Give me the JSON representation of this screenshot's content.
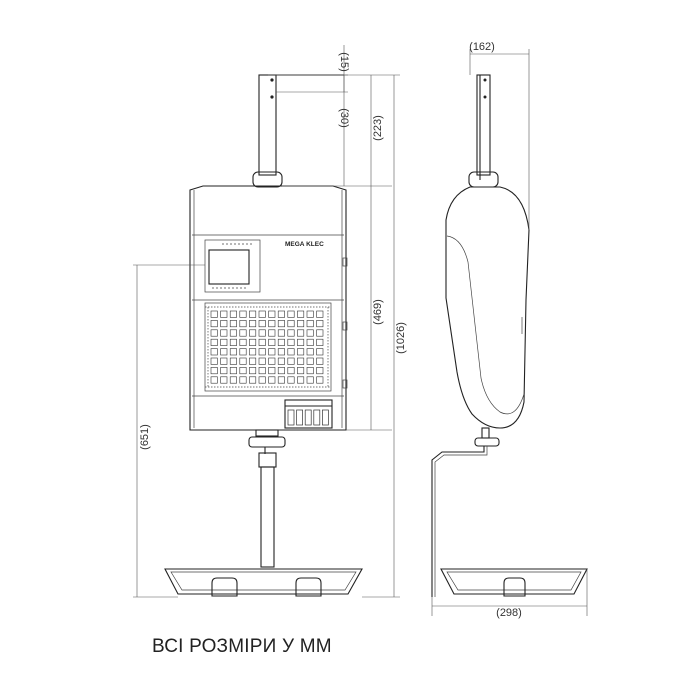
{
  "dimensions": {
    "top_offset": "(15)",
    "top_hole": "(30)",
    "pole": "(223)",
    "body": "(469)",
    "total": "(1026)",
    "stand_height": "(651)",
    "depth": "(162)",
    "tray_width": "(298)"
  },
  "label": {
    "brand": "MEGA KLEC"
  },
  "caption": "ВСІ РОЗМІРИ У ММ",
  "colors": {
    "line": "#222222",
    "dimension": "#555555",
    "background": "#ffffff"
  }
}
